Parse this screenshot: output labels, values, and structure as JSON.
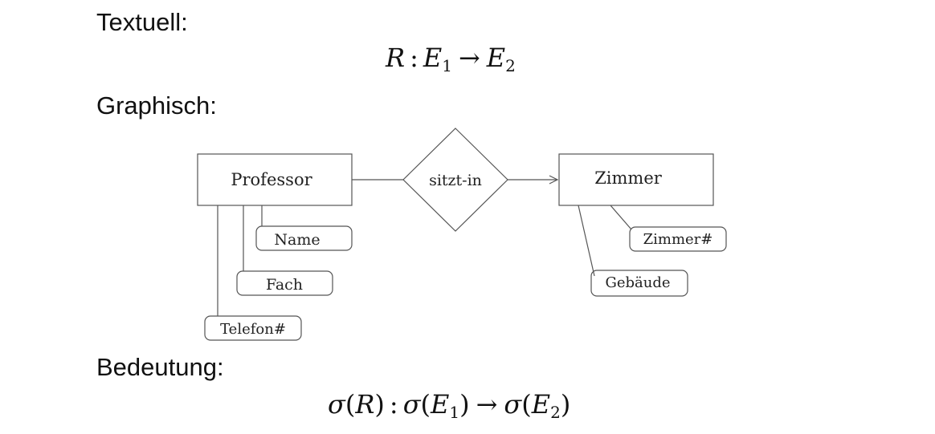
{
  "sections": {
    "textuell_label": "Textuell:",
    "graphisch_label": "Graphisch:",
    "bedeutung_label": "Bedeutung:"
  },
  "formula_textuell": {
    "relation": "R",
    "colon": ":",
    "e1_base": "E",
    "e1_sub": "1",
    "arrow": "→",
    "e2_base": "E",
    "e2_sub": "2"
  },
  "formula_bedeutung": {
    "sigma": "σ",
    "relation": "R",
    "colon": ":",
    "e1_base": "E",
    "e1_sub": "1",
    "arrow": "→",
    "e2_base": "E",
    "e2_sub": "2"
  },
  "diagram": {
    "entity_left": "Professor",
    "relationship": "sitzt-in",
    "entity_right": "Zimmer",
    "left_attributes": [
      "Name",
      "Fach",
      "Telefon#"
    ],
    "right_attributes": [
      "Zimmer#",
      "Gebäude"
    ]
  }
}
